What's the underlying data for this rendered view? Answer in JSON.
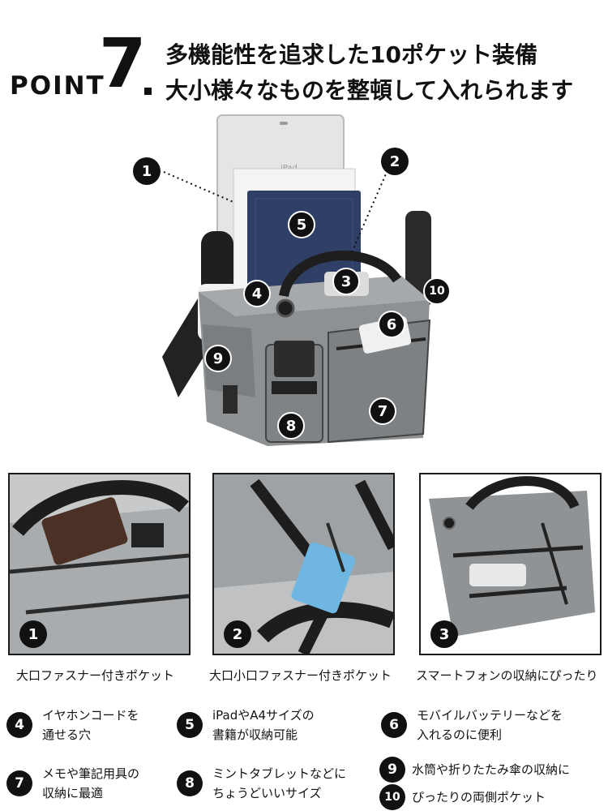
{
  "header": {
    "point_label": "POINT",
    "point_number": "7",
    "headline_1": "多機能性を追求した10ポケット装備",
    "headline_2": "大小様々なものを整頓して入れられます"
  },
  "main_badges": [
    "1",
    "2",
    "3",
    "4",
    "5",
    "6",
    "7",
    "8",
    "9",
    "10"
  ],
  "tablet_logo": "iPad",
  "photos": [
    {
      "badge": "1",
      "caption": "大口ファスナー付きポケット"
    },
    {
      "badge": "2",
      "caption": "大口小口ファスナー付きポケット"
    },
    {
      "badge": "3",
      "caption": "スマートフォンの収納にぴったり"
    }
  ],
  "features": {
    "f4": {
      "badge": "4",
      "line1": "イヤホンコードを",
      "line2": "通せる穴"
    },
    "f5": {
      "badge": "5",
      "line1": "iPadやA4サイズの",
      "line2": "書籍が収納可能"
    },
    "f6": {
      "badge": "6",
      "line1": "モバイルバッテリーなどを",
      "line2": "入れるのに便利"
    },
    "f7": {
      "badge": "7",
      "line1": "メモや筆記用具の",
      "line2": "収納に最適"
    },
    "f8": {
      "badge": "8",
      "line1": "ミントタブレットなどに",
      "line2": "ちょうどいいサイズ"
    },
    "f9_10": {
      "badge_a": "9",
      "badge_b": "10",
      "line1": "水筒や折りたたみ傘の収納に",
      "line2": "ぴったりの両側ポケット"
    }
  },
  "colors": {
    "badge": "#111111",
    "bag": "#8d9193",
    "bag_dark": "#6f7375",
    "strap": "#1e1e1e",
    "frame": "#1a1a1a"
  }
}
